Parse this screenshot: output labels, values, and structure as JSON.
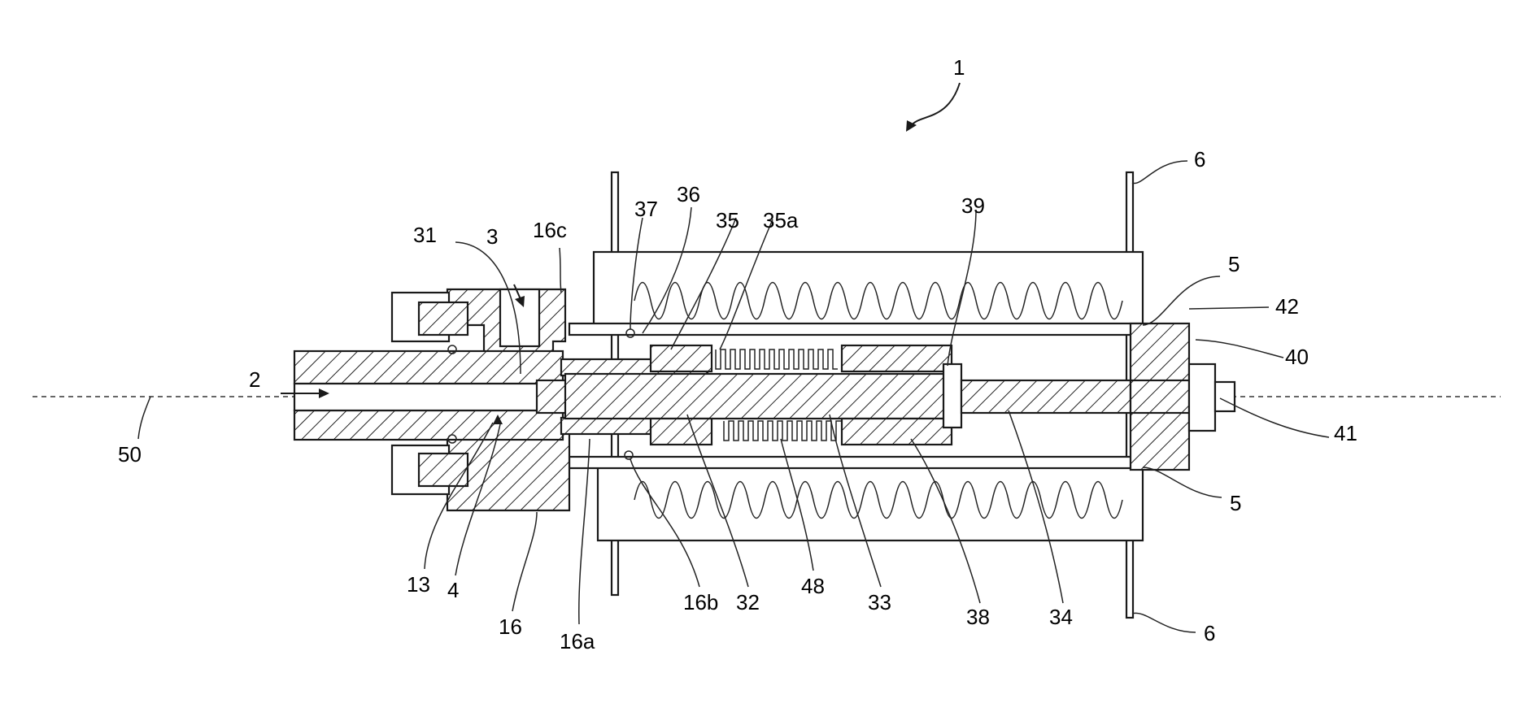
{
  "labels": {
    "l1": "1",
    "l2": "2",
    "l3": "3",
    "l4": "4",
    "l5_top": "5",
    "l5_bottom": "5",
    "l6_top": "6",
    "l6_bottom": "6",
    "l13": "13",
    "l16": "16",
    "l16a": "16a",
    "l16b": "16b",
    "l16c": "16c",
    "l31": "31",
    "l32": "32",
    "l33": "33",
    "l34": "34",
    "l35": "35",
    "l35a": "35a",
    "l36": "36",
    "l37": "37",
    "l38": "38",
    "l39": "39",
    "l40": "40",
    "l41": "41",
    "l42": "42",
    "l48": "48",
    "l50": "50"
  }
}
